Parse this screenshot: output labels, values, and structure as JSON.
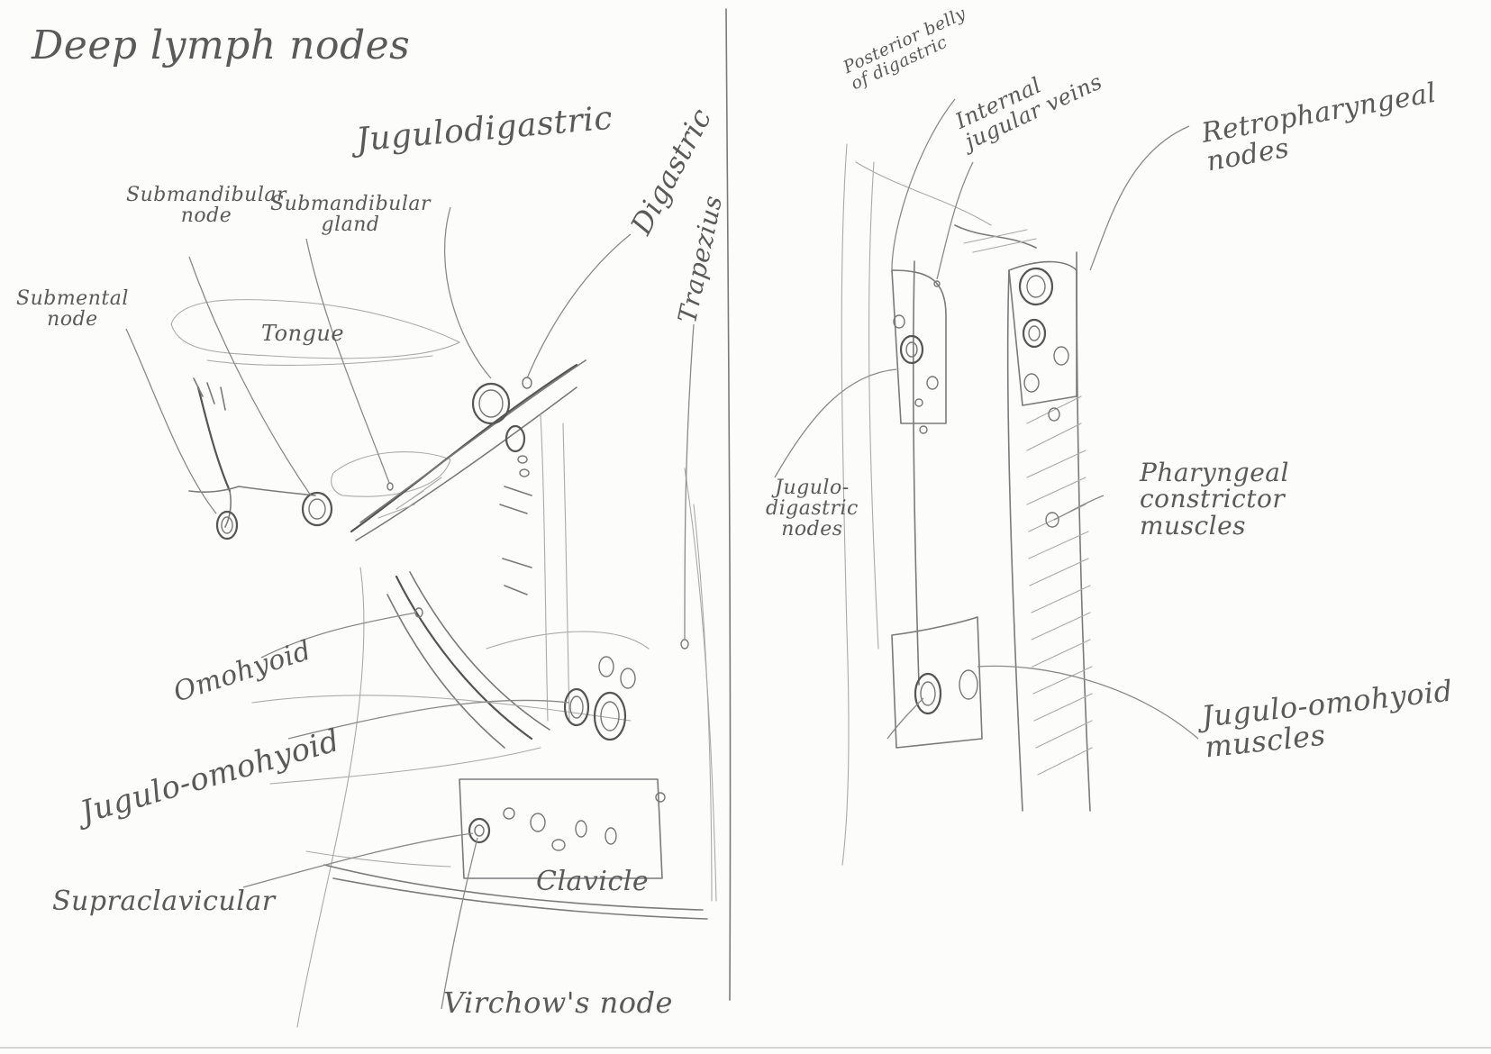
{
  "title": "Deep lymph nodes",
  "labels": {
    "jugulodigastric": "Jugulodigastric",
    "submandibular_node": "Submandibular\nnode",
    "submandibular_gland": "Submandibular\ngland",
    "submental_node": "Submental\nnode",
    "tongue": "Tongue",
    "digastric": "Digastric",
    "trapezius": "Trapezius",
    "omohyoid": "Omohyoid",
    "jugulo_omohyoid": "Jugulo-omohyoid",
    "supraclavicular": "Supraclavicular",
    "clavicle": "Clavicle",
    "virchows_node": "Virchow's node",
    "posterior_belly_digastric": "Posterior belly\nof digastric",
    "internal_jugular_veins": "Internal\njugular veins",
    "retropharyngeal_nodes": "Retropharyngeal\nnodes",
    "jugulodigastric_nodes": "Jugulo-\ndigastric\nnodes",
    "pharyngeal_constrictor_muscles": "Pharyngeal\nconstrictor\nmuscles",
    "jugulo_omohyoid_muscles": "Jugulo-omohyoid\nmuscles"
  },
  "colors": {
    "paper": "#fcfcfb",
    "pencil": "#7a7a7a",
    "ink_text": "#5a5a5a"
  }
}
